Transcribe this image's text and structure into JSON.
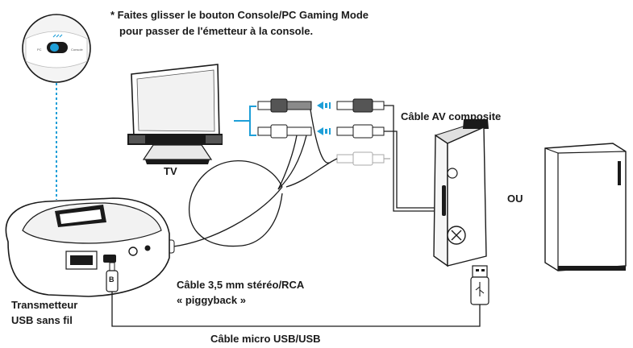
{
  "note": {
    "line1": "* Faites glisser le bouton Console/PC Gaming Mode",
    "line2": "pour passer de l'émetteur à la console."
  },
  "labels": {
    "tv": "TV",
    "composite_cable": "Câble AV composite",
    "or": "OU",
    "stereo_cable_line1": "Câble 3,5 mm stéréo/RCA",
    "stereo_cable_line2": "« piggyback »",
    "transmitter_line1": "Transmetteur",
    "transmitter_line2": "USB sans fil",
    "usb_cable": "Câble micro USB/USB"
  },
  "colors": {
    "accent": "#1e9fd8",
    "ink": "#1a1a1a",
    "gray": "#8a8a8a"
  },
  "icons": [
    "mode-switch-icon",
    "tv-icon",
    "xbox-console-icon",
    "ps3-console-icon",
    "usb-transmitter-icon",
    "usb-plug-icon"
  ]
}
